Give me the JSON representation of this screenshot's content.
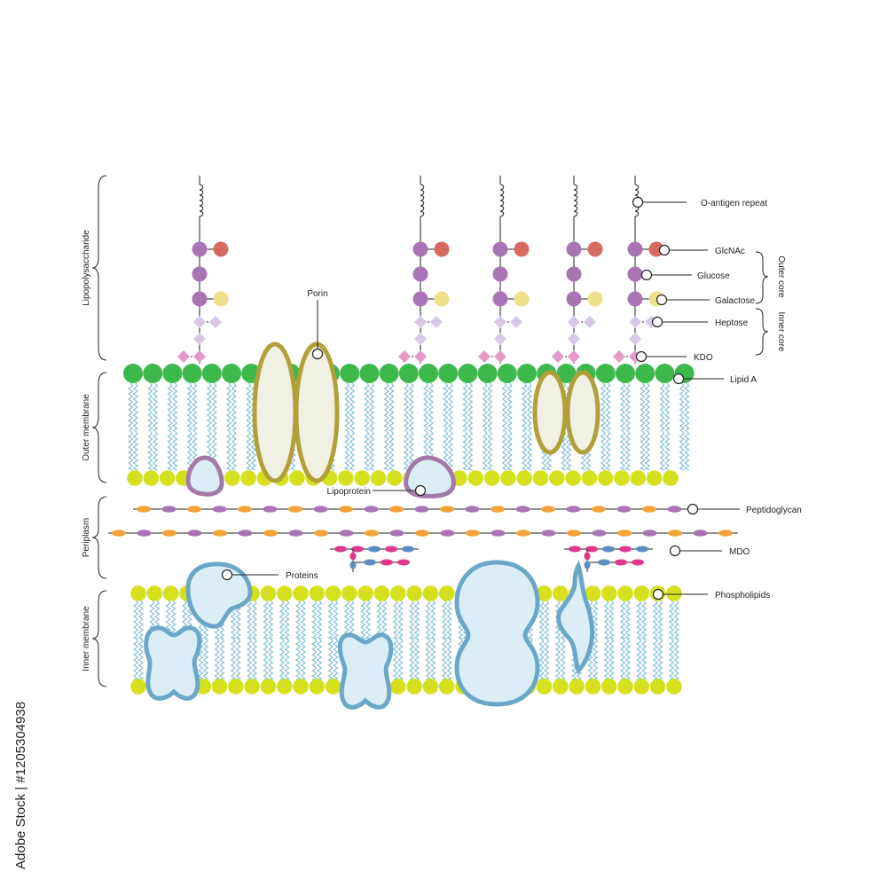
{
  "labels": {
    "o_antigen": "O-antigen repeat",
    "glcnac": "GlcNAc",
    "glucose": "Glucose",
    "galactose": "Galactose",
    "heptose": "Heptose",
    "kdo": "KDO",
    "lipid_a": "Lipid A",
    "porin": "Porin",
    "lipoprotein": "Lipoprotein",
    "peptidoglycan": "Peptidoglycan",
    "mdo": "MDO",
    "proteins": "Proteins",
    "phospholipids": "Phospholipids",
    "outer_core": "Outer core",
    "inner_core": "Inner core"
  },
  "sections": {
    "lps": "Lipopolysaccharide",
    "outer_membrane": "Outer membrane",
    "periplasm": "Periplasm",
    "inner_membrane": "Inner membrane"
  },
  "watermark": "Adobe Stock | #1205304938",
  "colors": {
    "lipid_a_head": "#3cb94a",
    "phospholipid_head": "#d6e01f",
    "tail": "#7fbfd9",
    "porin_stroke": "#b19f38",
    "porin_fill": "#f1f0e4",
    "lipoprotein_stroke": "#a27aa9",
    "protein_stroke": "#6aa7c6",
    "protein_fill": "#dbeef7",
    "chain_purple": "#a874b4",
    "chain_red": "#d66a60",
    "chain_yellow": "#ede18a",
    "heptose": "#d8c8e6",
    "kdo": "#e39ac9",
    "pg_orange": "#f2a33a",
    "pg_purple": "#a874b4",
    "mdo_pink": "#e0388a",
    "mdo_blue": "#5b8fc2"
  }
}
